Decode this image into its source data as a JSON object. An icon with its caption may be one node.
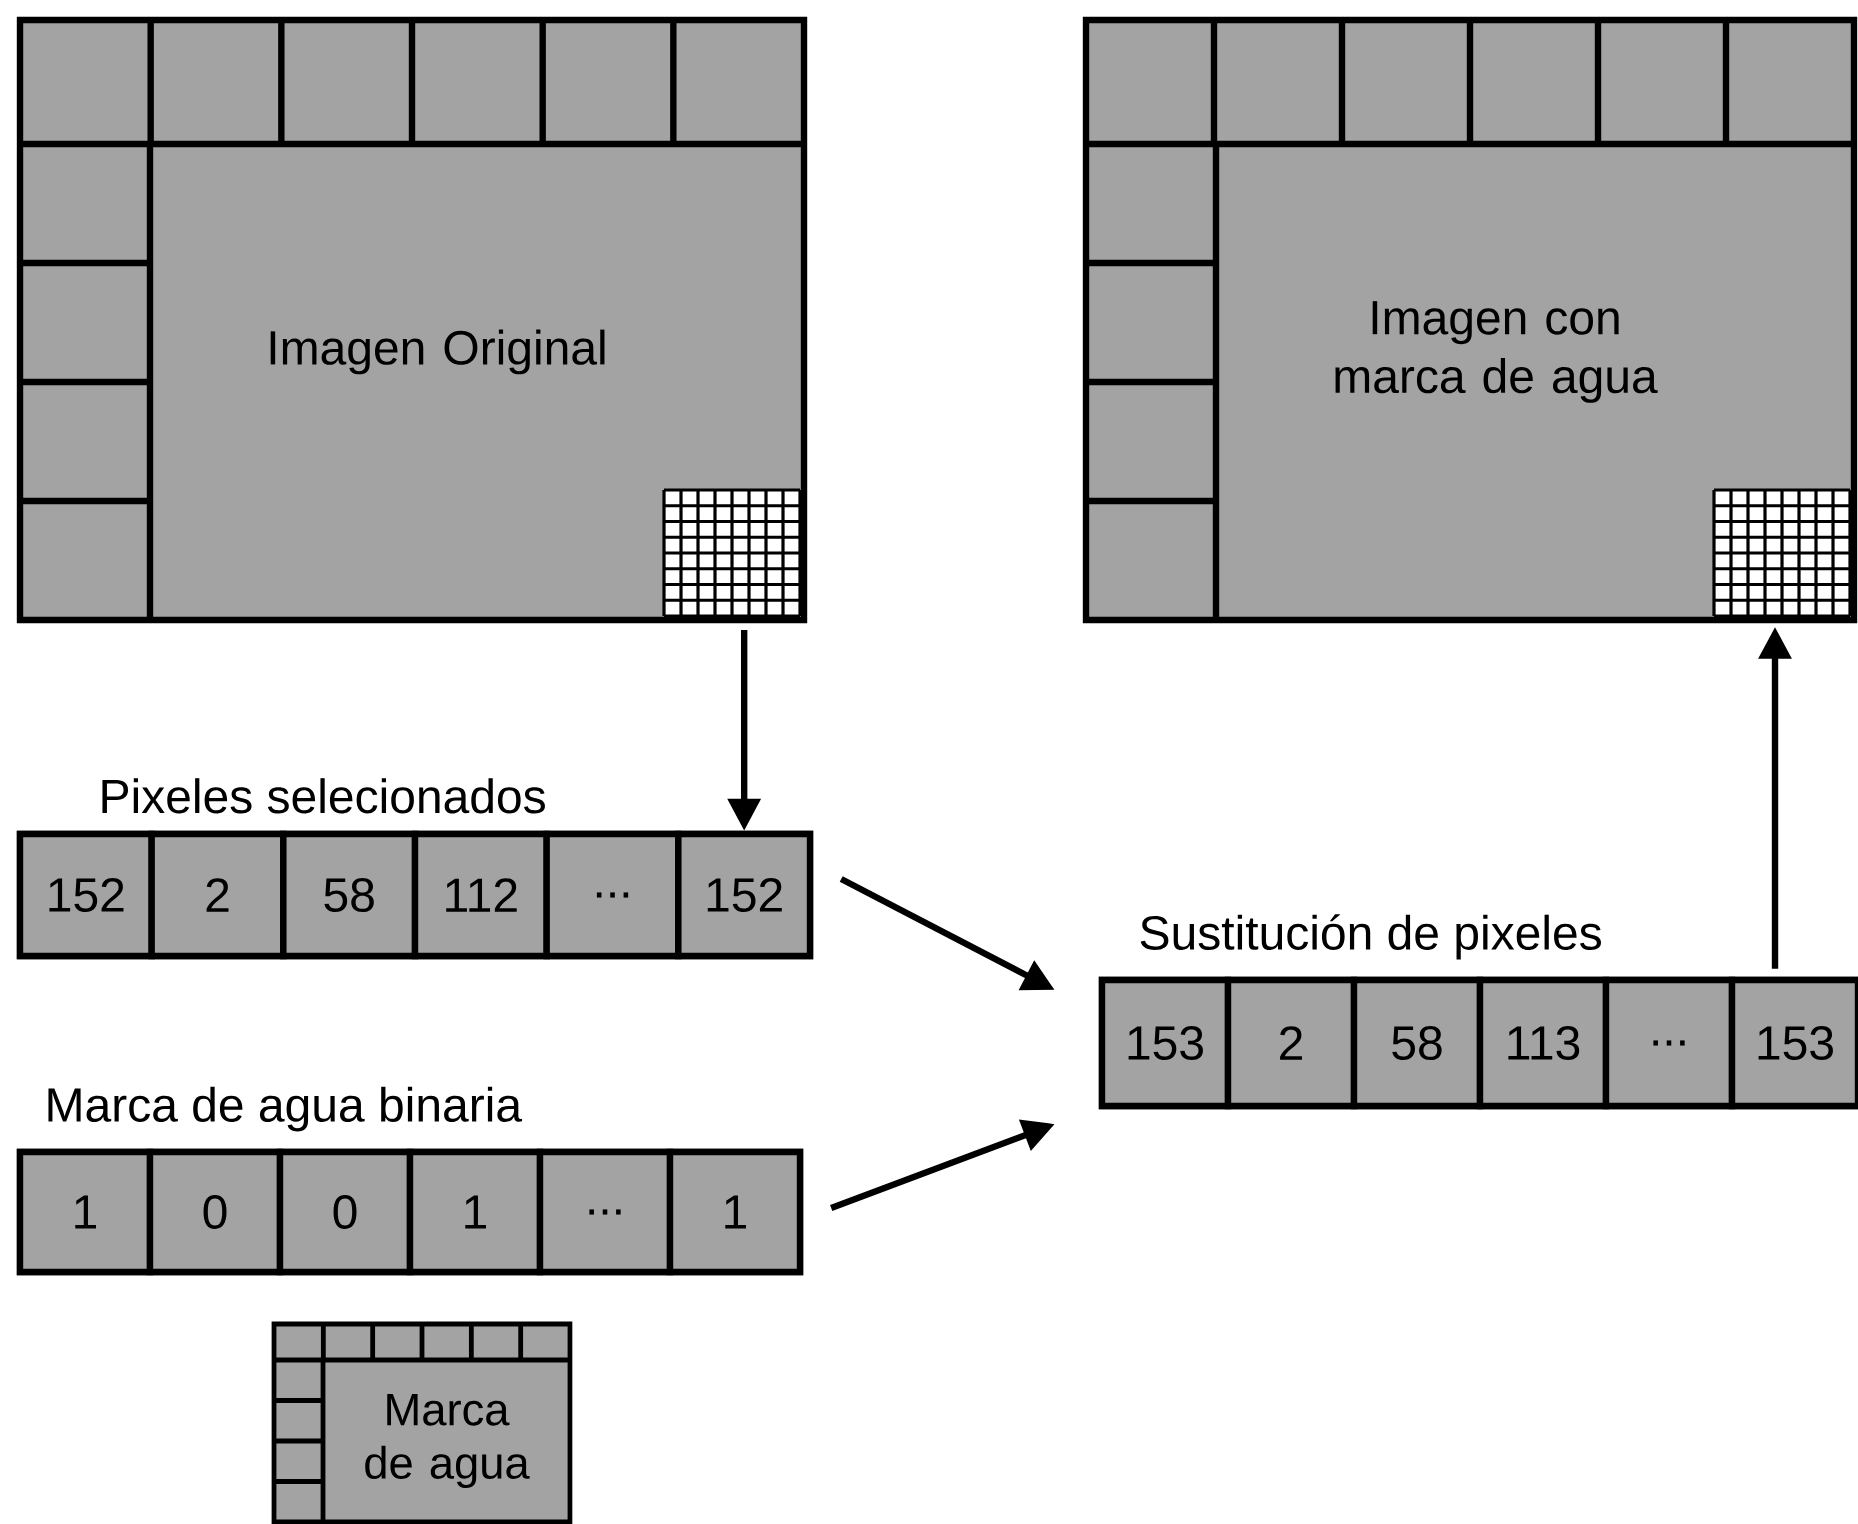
{
  "diagram": {
    "nodes": [
      {
        "text": [
          "Imagen Original"
        ]
      },
      {
        "text": [
          "Imagen con marca de agua"
        ]
      },
      {
        "text": [
          "Pixeles selecionados"
        ]
      },
      {
        "text": [
          "152"
        ],
        "in": 2
      },
      {
        "text": [
          "2"
        ],
        "in": 2
      },
      {
        "text": [
          "58"
        ],
        "in": 2
      },
      {
        "text": [
          "112"
        ],
        "in": 2
      },
      {
        "text": [
          "..."
        ],
        "in": 2
      },
      {
        "text": [
          "152"
        ],
        "in": 2
      },
      {
        "text": [
          "Sustitución de pixeles"
        ]
      },
      {
        "text": [
          "153"
        ],
        "in": 9
      },
      {
        "text": [
          "2"
        ],
        "in": 9
      },
      {
        "text": [
          "58"
        ],
        "in": 9
      },
      {
        "text": [
          "113"
        ],
        "in": 9
      },
      {
        "text": [
          "..."
        ],
        "in": 9
      },
      {
        "text": [
          "153"
        ],
        "in": 9
      },
      {
        "text": [
          "Marca de agua binaria"
        ]
      },
      {
        "text": [
          "1"
        ],
        "in": 16
      },
      {
        "text": [
          "0"
        ],
        "in": 16
      },
      {
        "text": [
          "0"
        ],
        "in": 16
      },
      {
        "text": [
          "1"
        ],
        "in": 16
      },
      {
        "text": [
          "..."
        ],
        "in": 16
      },
      {
        "text": [
          "1"
        ],
        "in": 16
      },
      {
        "text": [
          "Marca de agua"
        ]
      }
    ],
    "edges": [
      {
        "from": 0,
        "to": 8,
        "arrow": "to"
      },
      {
        "from": 2,
        "to": 9,
        "arrow": "to"
      },
      {
        "from": 16,
        "to": 9,
        "arrow": "to"
      },
      {
        "from": 15,
        "to": 1,
        "arrow": "to"
      }
    ]
  }
}
